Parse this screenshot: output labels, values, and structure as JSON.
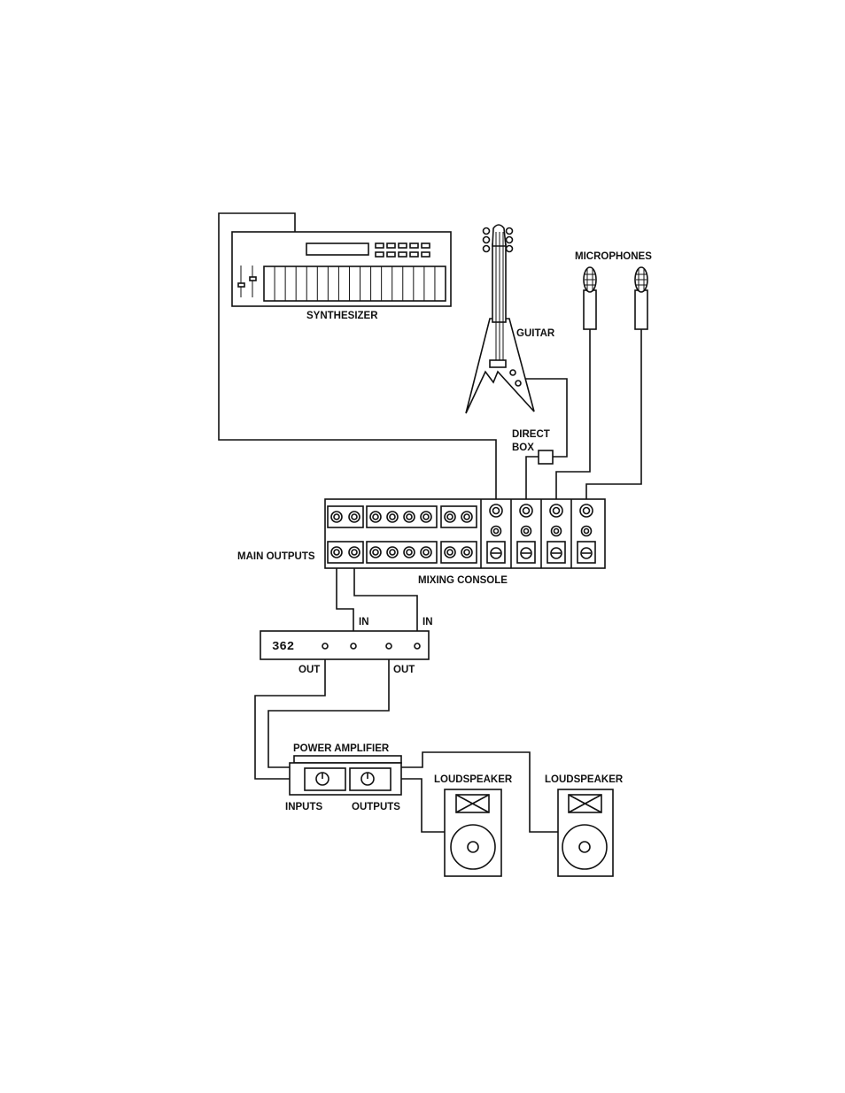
{
  "labels": {
    "synthesizer": "SYNTHESIZER",
    "guitar": "GUITAR",
    "microphones": "MICROPHONES",
    "direct_box_line1": "DIRECT",
    "direct_box_line2": "BOX",
    "main_outputs": "MAIN OUTPUTS",
    "mixing_console": "MIXING CONSOLE",
    "in_left": "IN",
    "in_right": "IN",
    "unit_362": "362",
    "out_left": "OUT",
    "out_right": "OUT",
    "power_amplifier": "POWER AMPLIFIER",
    "inputs": "INPUTS",
    "outputs": "OUTPUTS",
    "loudspeaker_left": "LOUDSPEAKER",
    "loudspeaker_right": "LOUDSPEAKER"
  }
}
